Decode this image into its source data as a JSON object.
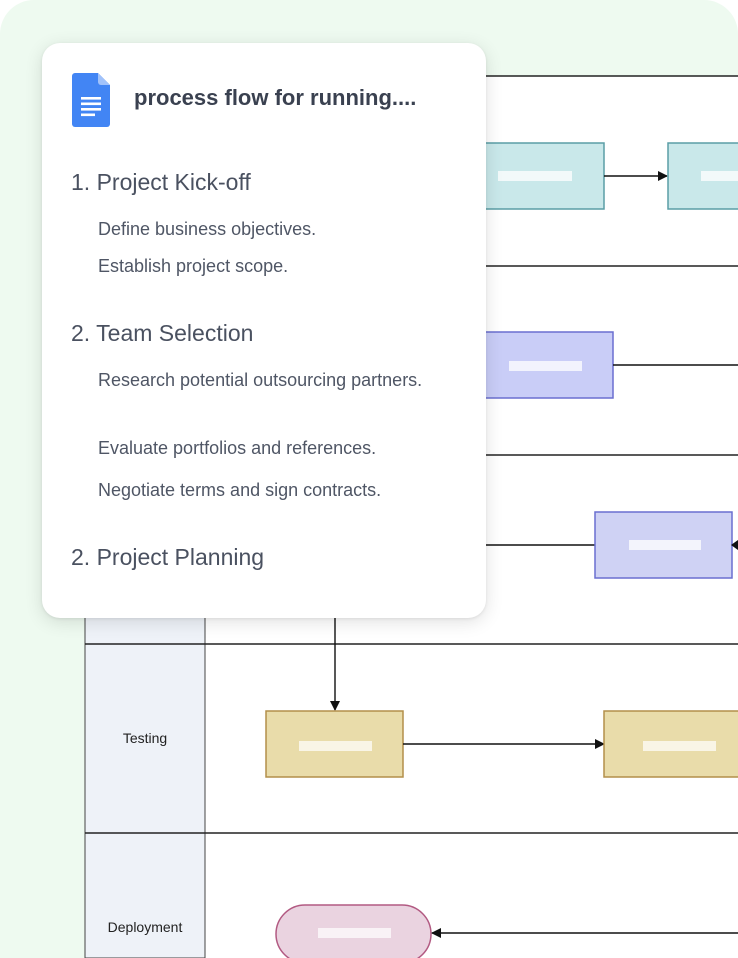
{
  "document": {
    "title": "process flow for running....",
    "icon": "google-docs-icon",
    "sections": [
      {
        "heading": "1. Project Kick-off",
        "items": [
          "Define business objectives.",
          "Establish project scope."
        ]
      },
      {
        "heading": "2. Team Selection",
        "items": [
          "Research potential outsourcing partners.",
          "Evaluate portfolios and references.",
          "Negotiate terms and sign contracts."
        ]
      },
      {
        "heading": "2. Project Planning",
        "items": []
      }
    ]
  },
  "diagram": {
    "lanes": [
      "Testing",
      "Deployment"
    ],
    "colors": {
      "teal": "#c9e8ea",
      "teal_border": "#5a9ea6",
      "blue": "#c9cdf7",
      "blue_border": "#6a6fd0",
      "gold": "#e9dcaa",
      "gold_border": "#b38f4a",
      "pink": "#ead3e0",
      "pink_border": "#b25a82",
      "lane_header": "#eef2f8"
    }
  }
}
